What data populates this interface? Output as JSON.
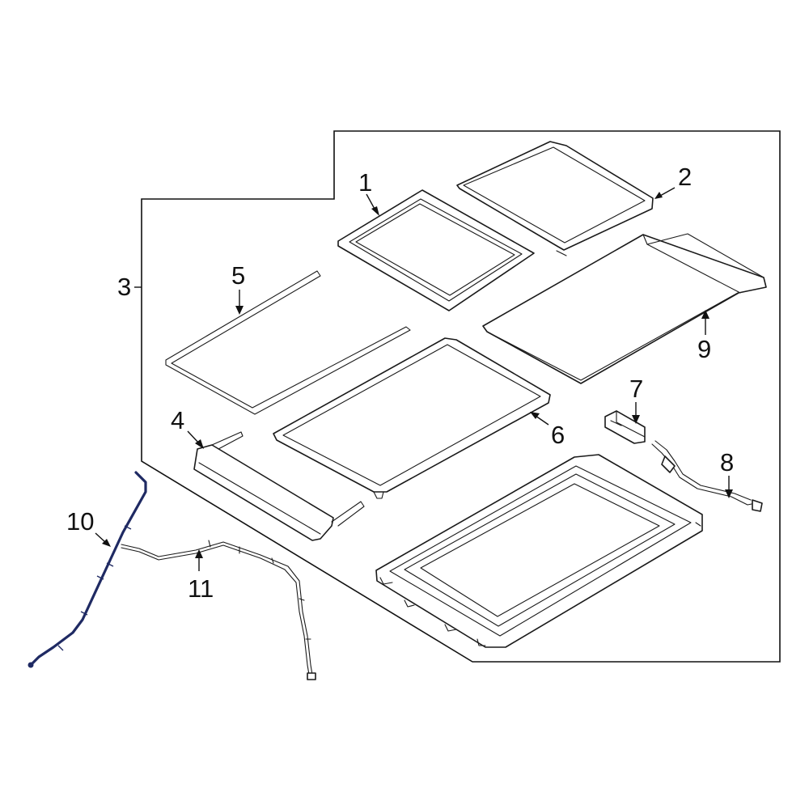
{
  "colors": {
    "line": "#1a1a1a",
    "highlight": "#1f2a63",
    "background": "#ffffff"
  },
  "callouts": {
    "c1": "1",
    "c2": "2",
    "c3": "3",
    "c4": "4",
    "c5": "5",
    "c6": "6",
    "c7": "7",
    "c8": "8",
    "c9": "9",
    "c10": "10",
    "c11": "11"
  }
}
